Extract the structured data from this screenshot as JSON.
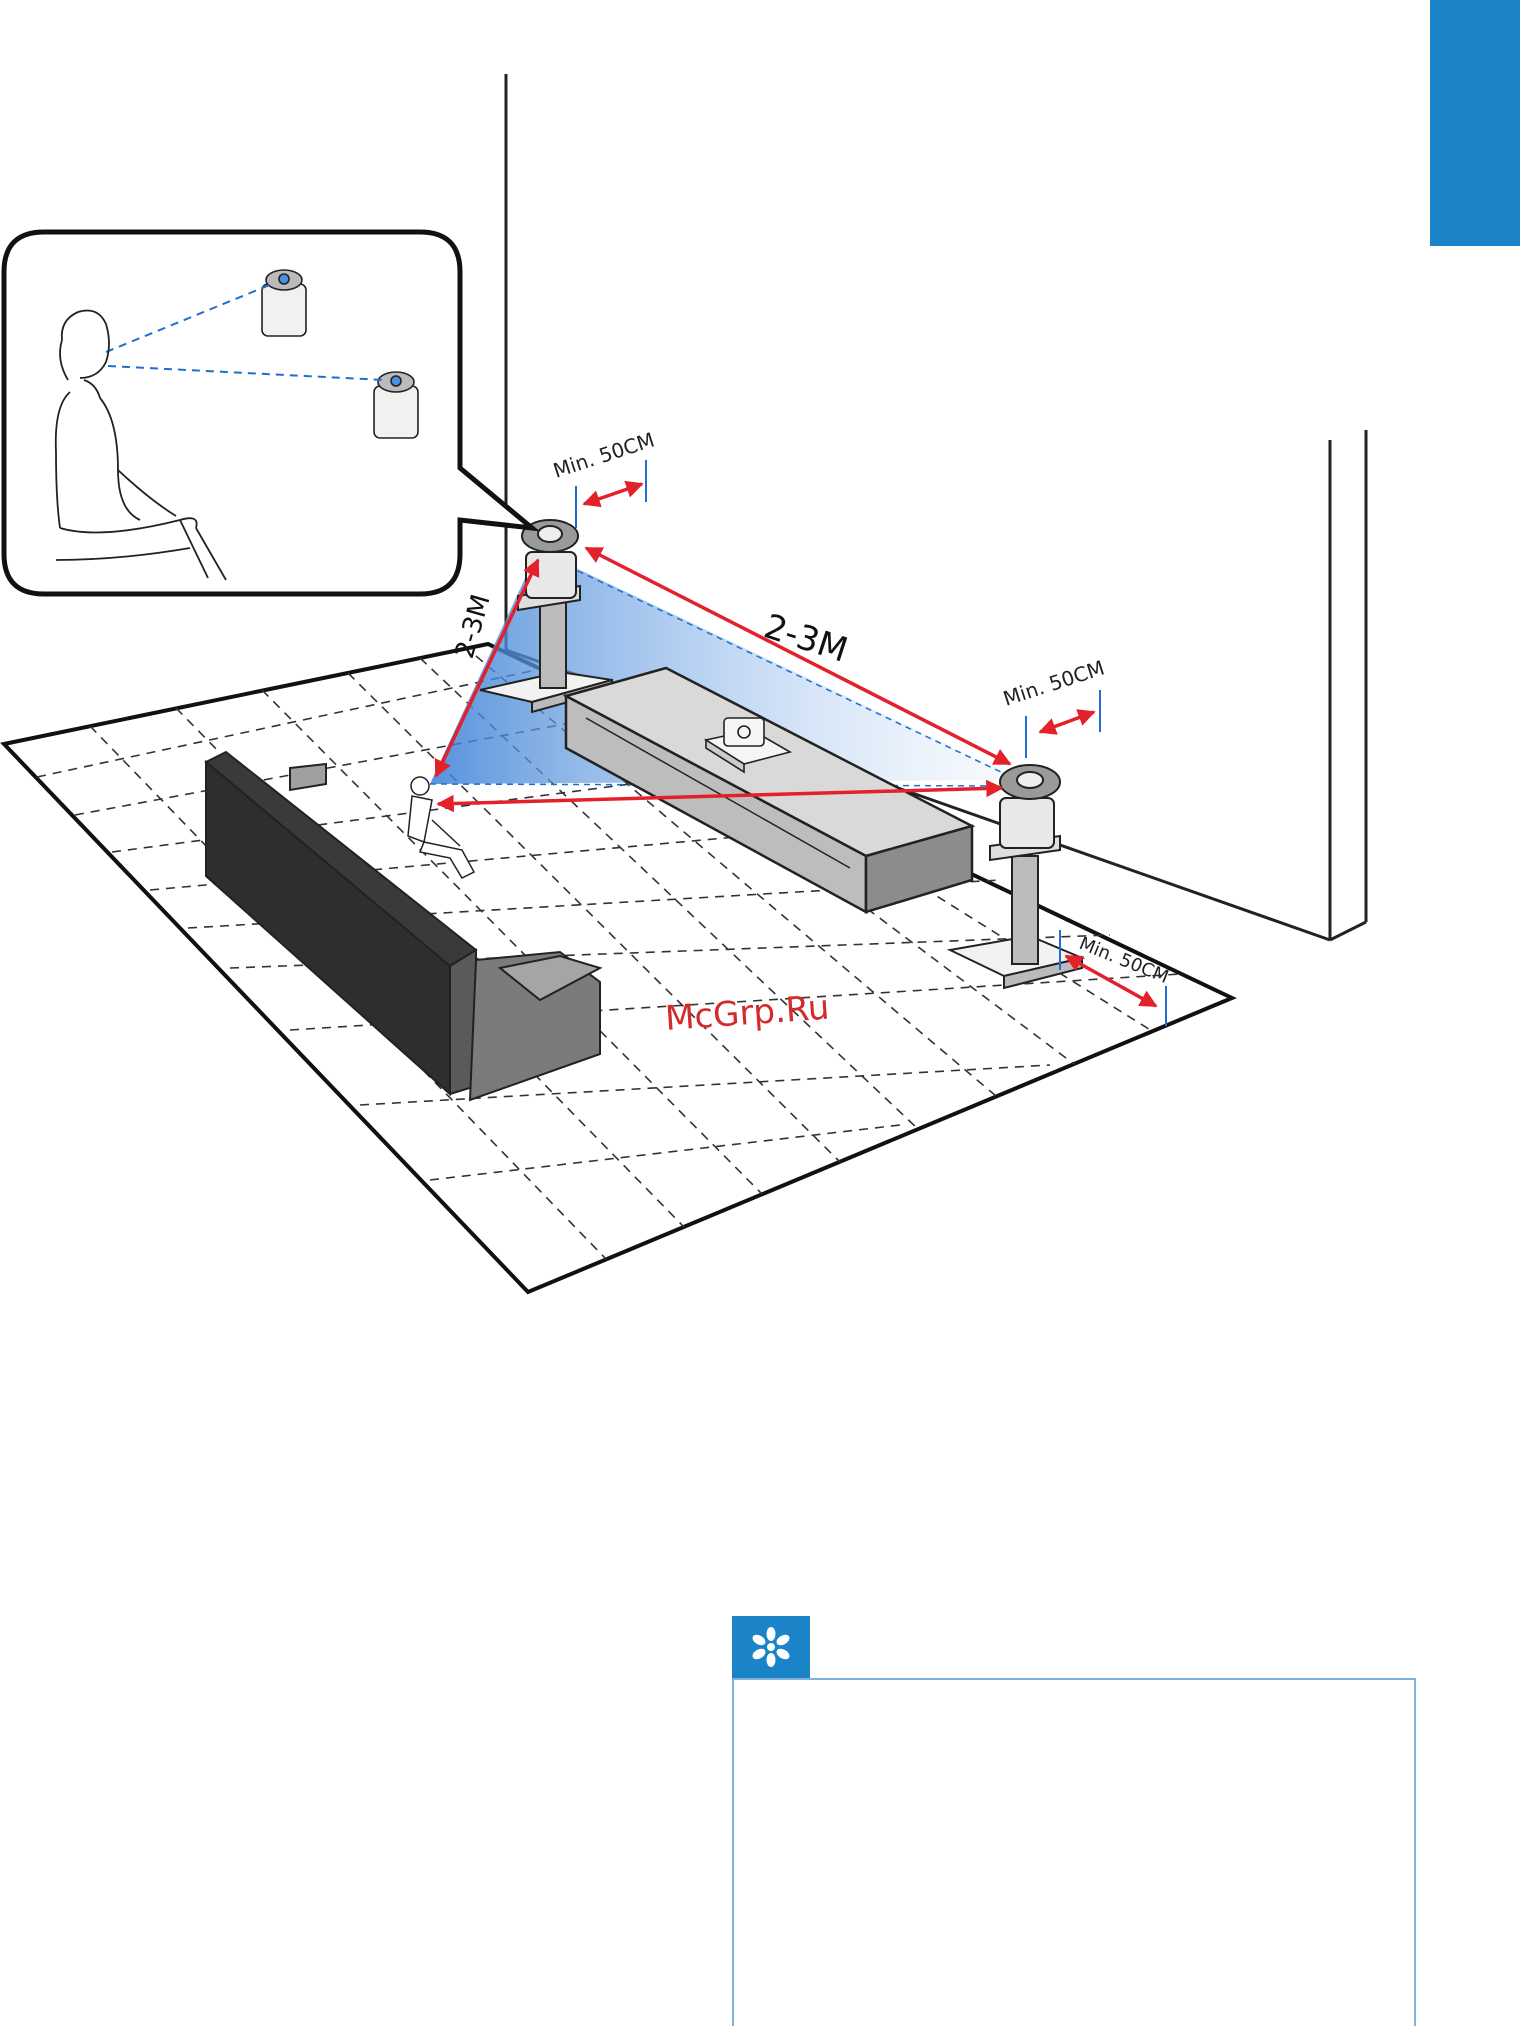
{
  "labels": {
    "min_front_left": "Min. 50CM",
    "min_front_right": "Min. 50CM",
    "min_side_right": "Min. 50CM",
    "dist_top": "2-3M",
    "dist_left": "2-3M",
    "watermark": "McGrp.Ru"
  },
  "colors": {
    "accent_blue": "#1b84c8",
    "arrow_red": "#e2212b",
    "guide_blue": "#1f6fd0",
    "watermark_red": "#d42a2a"
  },
  "icons": {
    "tip": "asterisk-icon"
  }
}
